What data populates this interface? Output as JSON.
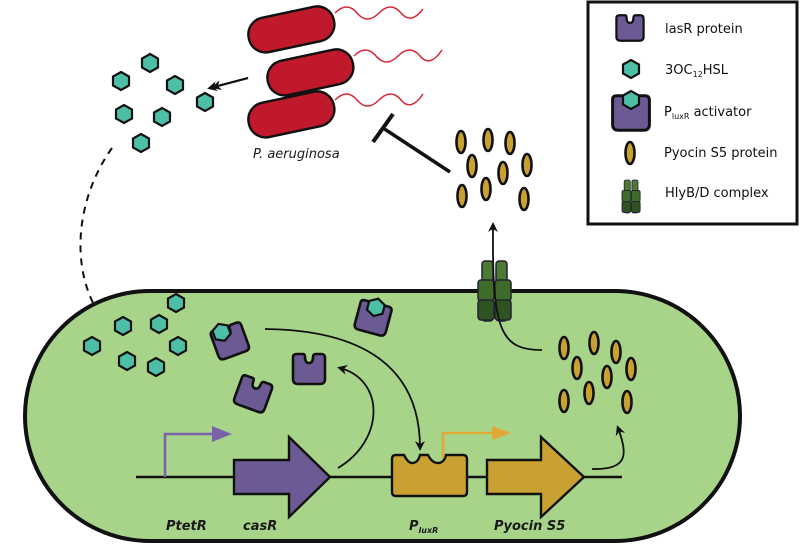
{
  "title": "Pyocin S5 kill-switch circuit against P. aeruginosa",
  "colors": {
    "cell_fill": "#a8d48a",
    "bacterium": "#c0192b",
    "flagella": "#d8283a",
    "hexagon": "#4cbfa6",
    "lasr_protein": "#6b5a93",
    "pyocin": "#c9a032",
    "promoter_pluxr": "#c9a032",
    "hlybd": "#3f6b2a",
    "ptetr_arrow": "#7a62a8",
    "pluxr_arrow": "#e0a836"
  },
  "labels": {
    "organism": "P. aeruginosa",
    "ptetr": "PtetR",
    "casr": "casR",
    "pluxr_main": "P",
    "pluxr_sub": "luxR",
    "pyocin_gene": "Pyocin S5"
  },
  "legend": {
    "items": [
      {
        "icon": "lasr-protein-icon",
        "label": "lasR protein"
      },
      {
        "icon": "hsl-hexagon-icon",
        "label_main": "3OC",
        "label_sub": "12",
        "label_tail": "HSL"
      },
      {
        "icon": "pluxr-activator-icon",
        "label_main": "P",
        "label_sub": "luxR",
        "label_tail": " activator"
      },
      {
        "icon": "pyocin-icon",
        "label": "Pyocin S5 protein"
      },
      {
        "icon": "hlybd-complex-icon",
        "label": "HlyB/D complex"
      }
    ]
  }
}
